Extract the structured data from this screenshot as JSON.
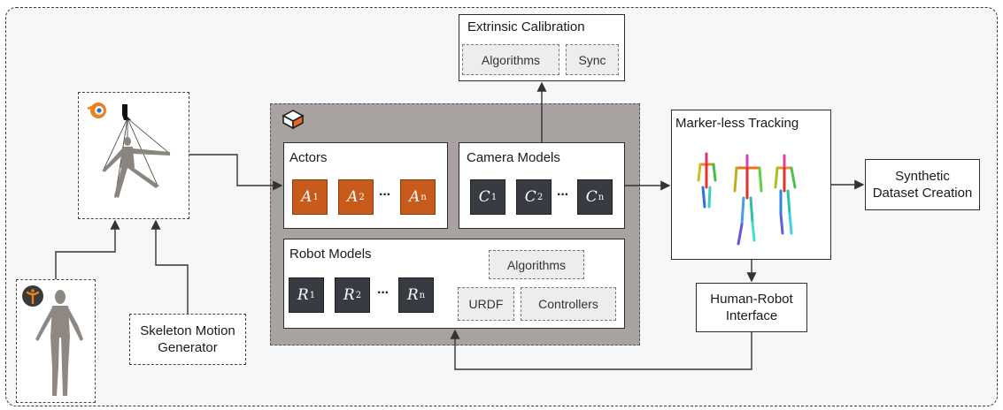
{
  "extrinsic": {
    "title": "Extrinsic Calibration",
    "algorithms": "Algorithms",
    "sync": "Sync"
  },
  "actors": {
    "title": "Actors",
    "items": [
      "A",
      "A",
      "A"
    ],
    "subs": [
      "1",
      "2",
      "n"
    ]
  },
  "cameras": {
    "title": "Camera Models",
    "items": [
      "C",
      "C",
      "C"
    ],
    "subs": [
      "1",
      "2",
      "n"
    ]
  },
  "robots": {
    "title": "Robot Models",
    "items": [
      "R",
      "R",
      "R"
    ],
    "subs": [
      "1",
      "2",
      "n"
    ],
    "algorithms": "Algorithms",
    "urdf": "URDF",
    "controllers": "Controllers"
  },
  "ellipsis": "···",
  "tracking": {
    "title": "Marker-less Tracking"
  },
  "synthetic": {
    "title": "Synthetic Dataset Creation"
  },
  "hri": {
    "title": "Human-Robot Interface"
  },
  "skeleton": {
    "title": "Skeleton Motion Generator"
  },
  "icons": [
    "blender-icon",
    "mocap-puppet-icon",
    "makehuman-icon",
    "cube-logo-icon"
  ],
  "colors": {
    "actor_tile": "#c85a1c",
    "camera_tile": "#383c42",
    "sim_panel": "#a8a3a1"
  }
}
